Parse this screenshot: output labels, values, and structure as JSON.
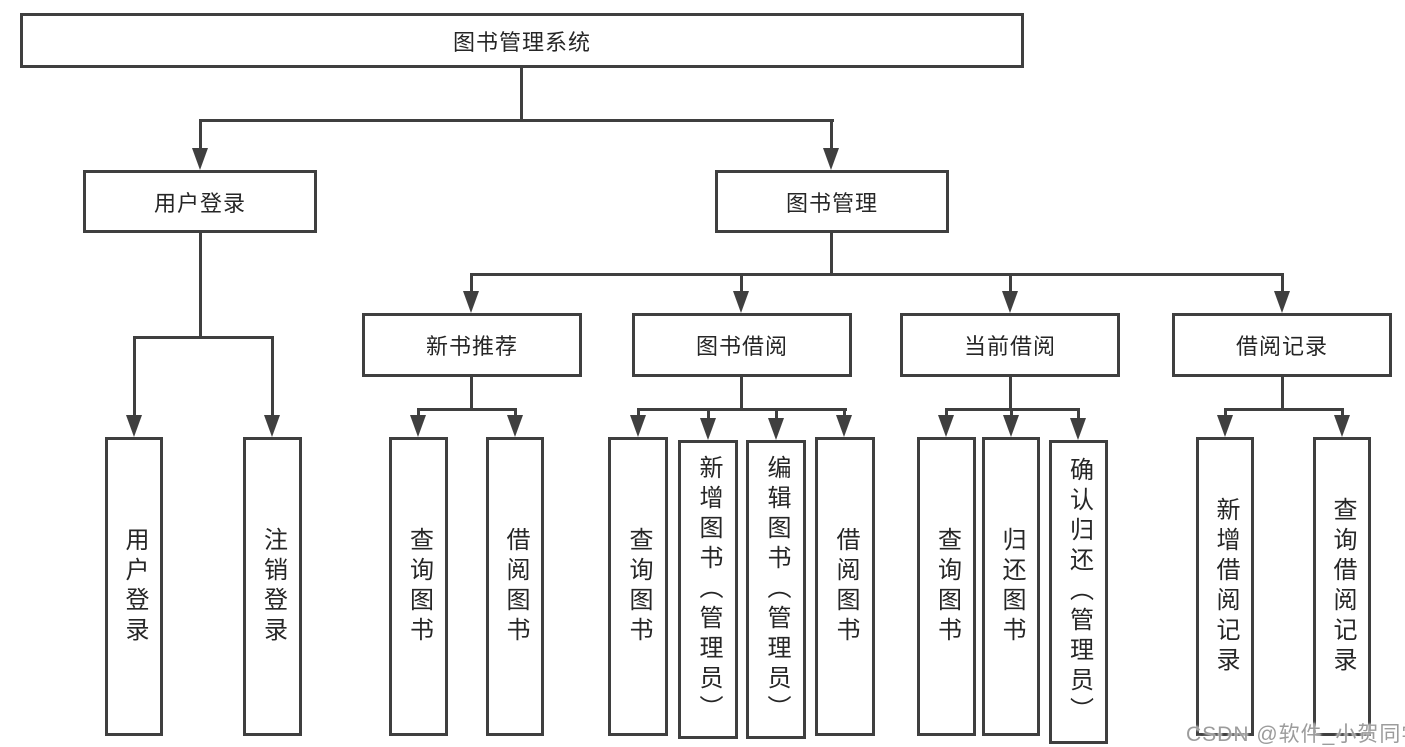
{
  "diagram": {
    "root": {
      "label": "图书管理系统"
    },
    "user_login": {
      "label": "用户登录",
      "children": [
        {
          "label": "用户登录"
        },
        {
          "label": "注销登录"
        }
      ]
    },
    "book_management": {
      "label": "图书管理",
      "children": [
        {
          "label": "新书推荐",
          "children": [
            {
              "label": "查询图书"
            },
            {
              "label": "借阅图书"
            }
          ]
        },
        {
          "label": "图书借阅",
          "children": [
            {
              "label": "查询图书"
            },
            {
              "label": "新增图书（管理员）"
            },
            {
              "label": "编辑图书（管理员）"
            },
            {
              "label": "借阅图书"
            }
          ]
        },
        {
          "label": "当前借阅",
          "children": [
            {
              "label": "查询图书"
            },
            {
              "label": "归还图书"
            },
            {
              "label": "确认归还（管理员）"
            }
          ]
        },
        {
          "label": "借阅记录",
          "children": [
            {
              "label": "新增借阅记录"
            },
            {
              "label": "查询借阅记录"
            }
          ]
        }
      ]
    },
    "watermark": "CSDN @软件_小贺同学",
    "colors": {
      "line": "#3f3f3f",
      "text": "#262626",
      "watermark": "#9c9c9c",
      "background": "#ffffff"
    }
  }
}
